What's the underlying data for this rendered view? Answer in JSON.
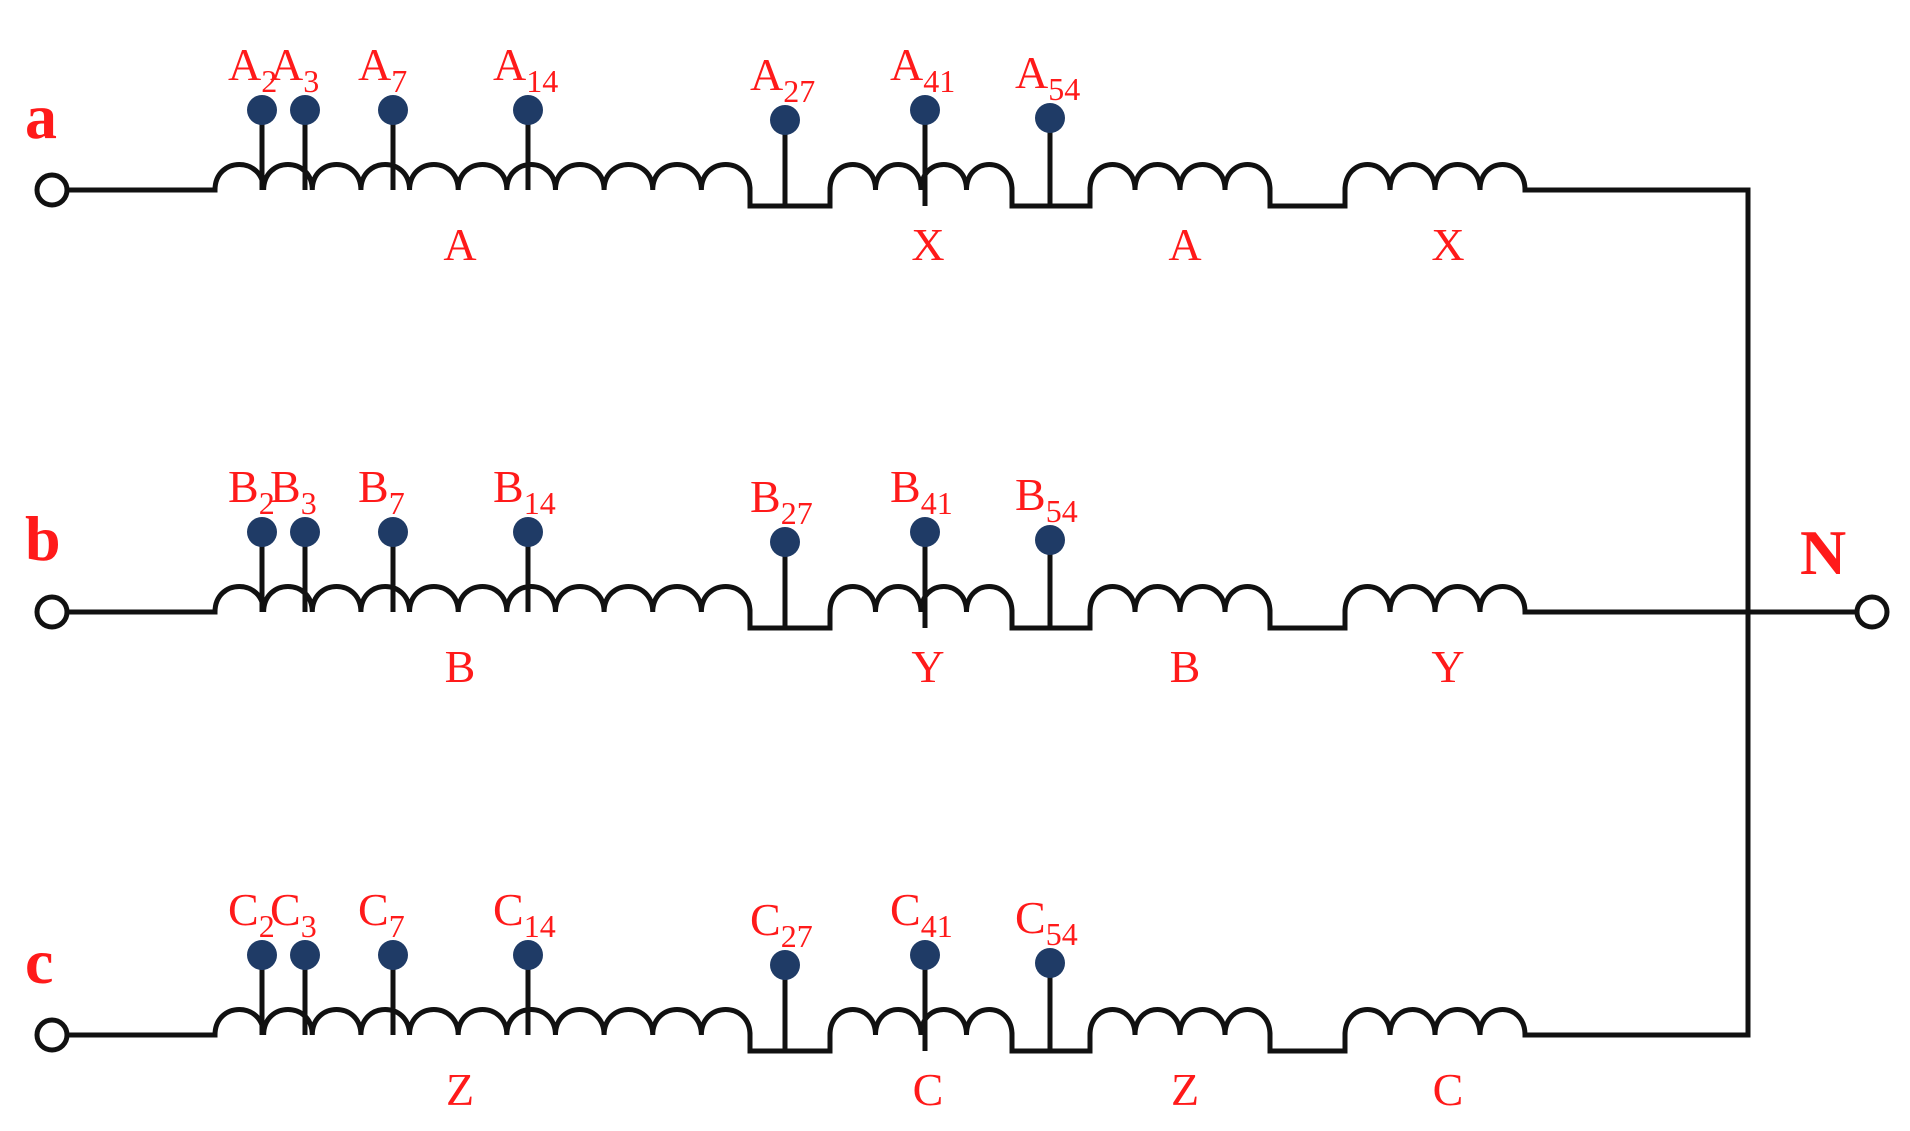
{
  "colors": {
    "label": "#ff1a1a",
    "tap_dot": "#1f3b66",
    "wire": "#111111"
  },
  "neutral_label": "N",
  "phases": [
    {
      "label": "a",
      "taps": [
        {
          "letter": "A",
          "sub": "2"
        },
        {
          "letter": "A",
          "sub": "3"
        },
        {
          "letter": "A",
          "sub": "7"
        },
        {
          "letter": "A",
          "sub": "14"
        },
        {
          "letter": "A",
          "sub": "27"
        },
        {
          "letter": "A",
          "sub": "41"
        },
        {
          "letter": "A",
          "sub": "54"
        }
      ],
      "winding_labels": [
        "A",
        "X",
        "A",
        "X"
      ]
    },
    {
      "label": "b",
      "taps": [
        {
          "letter": "B",
          "sub": "2"
        },
        {
          "letter": "B",
          "sub": "3"
        },
        {
          "letter": "B",
          "sub": "7"
        },
        {
          "letter": "B",
          "sub": "14"
        },
        {
          "letter": "B",
          "sub": "27"
        },
        {
          "letter": "B",
          "sub": "41"
        },
        {
          "letter": "B",
          "sub": "54"
        }
      ],
      "winding_labels": [
        "B",
        "Y",
        "B",
        "Y"
      ]
    },
    {
      "label": "c",
      "taps": [
        {
          "letter": "C",
          "sub": "2"
        },
        {
          "letter": "C",
          "sub": "3"
        },
        {
          "letter": "C",
          "sub": "7"
        },
        {
          "letter": "C",
          "sub": "14"
        },
        {
          "letter": "C",
          "sub": "27"
        },
        {
          "letter": "C",
          "sub": "41"
        },
        {
          "letter": "C",
          "sub": "54"
        }
      ],
      "winding_labels": [
        "Z",
        "C",
        "Z",
        "C"
      ]
    }
  ]
}
